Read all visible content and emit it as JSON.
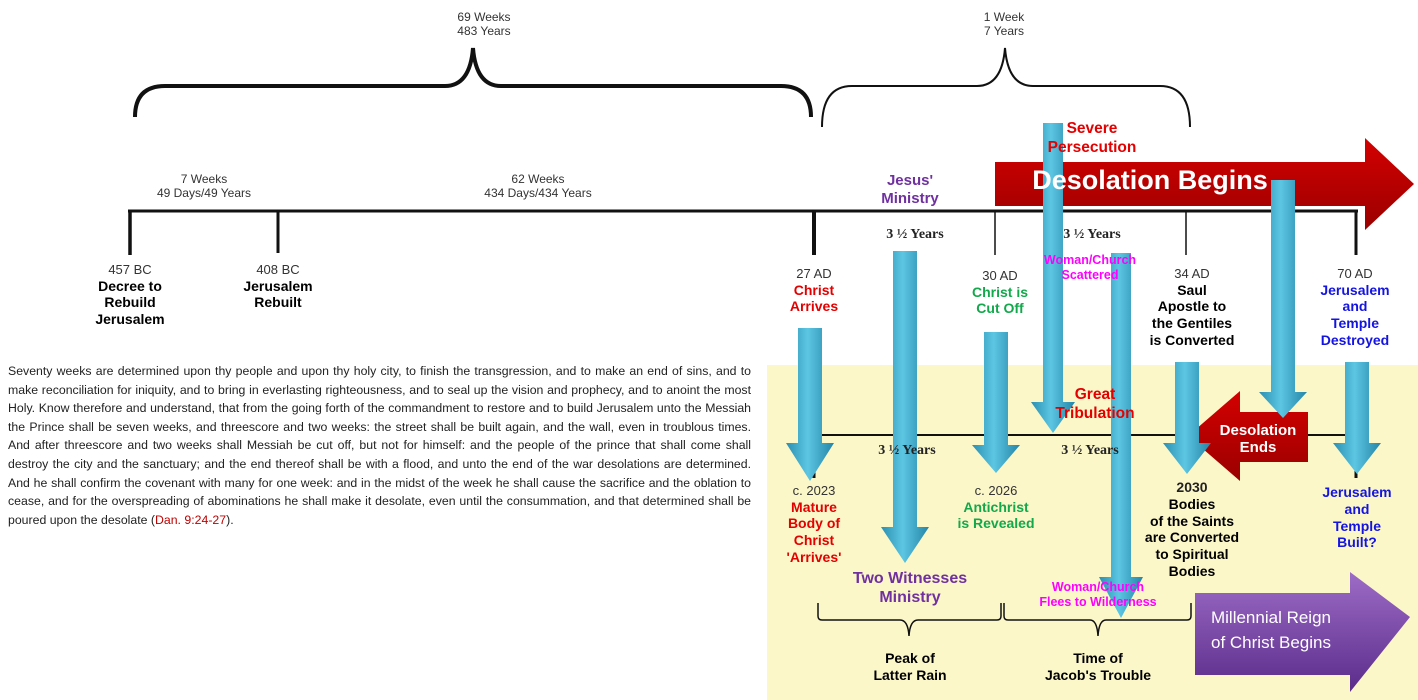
{
  "header": {
    "span_69": {
      "line1": "69 Weeks",
      "line2": "483 Years"
    },
    "span_1": {
      "line1": "1 Week",
      "line2": "7 Years"
    },
    "span_7": {
      "line1": "7 Weeks",
      "line2": "49 Days/49 Years"
    },
    "span_62": {
      "line1": "62 Weeks",
      "line2": "434 Days/434 Years"
    }
  },
  "upper_events": [
    {
      "date": "457 BC",
      "line1": "Decree to",
      "line2": "Rebuild",
      "line3": "Jerusalem"
    },
    {
      "date": "408 BC",
      "line1": "Jerusalem",
      "line2": "Rebuilt"
    },
    {
      "date": "27 AD",
      "line1": "Christ",
      "line2": "Arrives"
    },
    {
      "date": "30 AD",
      "line1": "Christ is",
      "line2": "Cut Off"
    },
    {
      "date": "34 AD",
      "line1": "Saul",
      "line2": "Apostle to",
      "line3": "the Gentiles",
      "line4": "is Converted"
    },
    {
      "date": "70 AD",
      "line1": "Jerusalem",
      "line2": "and",
      "line3": "Temple",
      "line4": "Destroyed"
    }
  ],
  "half_week": "3 ½ Years",
  "jesus_ministry": {
    "line1": "Jesus'",
    "line2": "Ministry"
  },
  "severe_persecution": {
    "line1": "Severe",
    "line2": "Persecution"
  },
  "desolation_begins": "Desolation Begins",
  "woman_scattered": {
    "line1": "Woman/Church",
    "line2": "Scattered"
  },
  "great_tribulation": {
    "line1": "Great",
    "line2": "Tribulation"
  },
  "desolation_ends": {
    "line1": "Desolation",
    "line2": "Ends"
  },
  "lower_events": [
    {
      "date": "c. 2023",
      "line1": "Mature",
      "line2": "Body of",
      "line3": "Christ",
      "line4": "'Arrives'"
    },
    {
      "date": "c. 2026",
      "line1": "Antichrist",
      "line2": "is Revealed"
    },
    {
      "date": "2030",
      "line1": "Bodies",
      "line2": "of the Saints",
      "line3": "are Converted",
      "line4": "to Spiritual",
      "line5": "Bodies"
    },
    {
      "line1": "Jerusalem",
      "line2": "and",
      "line3": "Temple",
      "line4": "Built?"
    }
  ],
  "two_witnesses": {
    "line1": "Two Witnesses",
    "line2": "Ministry"
  },
  "woman_flees": {
    "line1": "Woman/Church",
    "line2": "Flees to Wilderness"
  },
  "millennial": {
    "line1": "Millennial Reign",
    "line2": "of Christ Begins"
  },
  "bottom": {
    "peak": {
      "line1": "Peak of",
      "line2": "Latter Rain"
    },
    "trouble": {
      "line1": "Time of",
      "line2": "Jacob's Trouble"
    }
  },
  "scripture": {
    "text": "Seventy weeks are determined upon thy people and upon thy holy city, to finish the transgression, and to make an end of sins, and to make reconciliation for iniquity, and to bring in everlasting righteousness, and to seal up the vision and prophecy, and to anoint the most Holy. Know therefore and understand, that from the going forth of the commandment to restore and to build Jerusalem unto the Messiah the Prince shall be seven weeks, and threescore and two weeks: the street shall be built again, and the wall, even in troublous times. And after threescore and two weeks shall Messiah be cut off, but not for himself: and the people of the prince that shall come shall destroy the city and the sanctuary; and the end thereof shall be with a flood, and unto the end of the war desolations are determined. And he shall confirm the covenant with many for one week: and in the midst of the week he shall cause the sacrifice and the oblation to cease, and for the overspreading of abominations he shall make it desolate, even until the consummation, and that determined shall be poured upon the desolate (",
    "reference": "Dan. 9:24-27",
    "closing": ")."
  },
  "colors": {
    "red": "#e30000",
    "green": "#12a84b",
    "purple": "#7030a0",
    "magenta": "#ff00ff",
    "blue": "#1414e0",
    "teal": "#3aa9c9",
    "dark_red": "#b80000",
    "panel": "#fbf7c9"
  }
}
